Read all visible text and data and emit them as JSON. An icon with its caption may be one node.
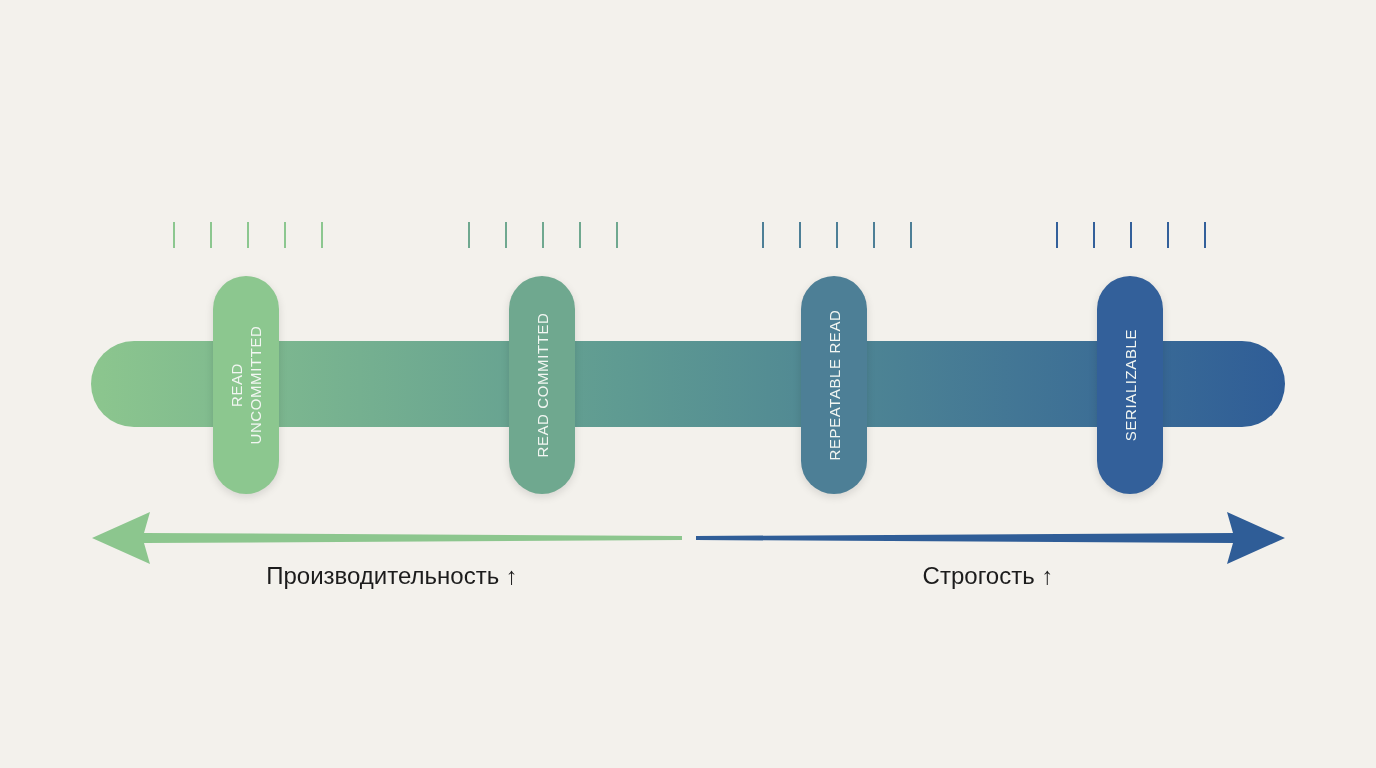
{
  "diagram": {
    "nodes": [
      {
        "text": [
          "READ UNCOMMITTED"
        ]
      },
      {
        "text": [
          "READ COMMITTED"
        ]
      },
      {
        "text": [
          "REPEATABLE READ"
        ]
      },
      {
        "text": [
          "SERIALIZABLE"
        ]
      }
    ],
    "labels": [
      "Производительность ↑",
      "Строгость ↑"
    ]
  }
}
